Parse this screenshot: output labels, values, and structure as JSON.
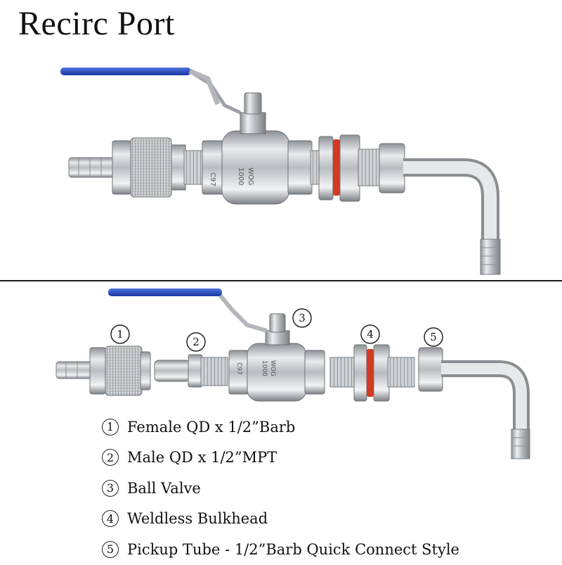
{
  "title": "Recirc  Port",
  "callouts": [
    "1",
    "2",
    "3",
    "4",
    "5"
  ],
  "legend": [
    {
      "num": "1",
      "text": "Female QD x 1/2”Barb"
    },
    {
      "num": "2",
      "text": "Male QD x 1/2”MPT"
    },
    {
      "num": "3",
      "text": "Ball Valve"
    },
    {
      "num": "4",
      "text": "Weldless Bulkhead"
    },
    {
      "num": "5",
      "text": "Pickup Tube - 1/2”Barb Quick Connect Style"
    }
  ],
  "valve_marking": {
    "size": "1000",
    "unit": "WOG",
    "code": "C97"
  },
  "colors": {
    "handle": "#2346b8",
    "steel": "#c9ccd0",
    "oring": "#d23a22",
    "divider": "#1a1a1a"
  }
}
